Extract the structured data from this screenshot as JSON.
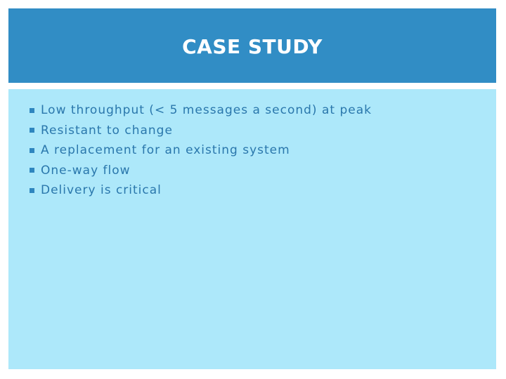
{
  "slide": {
    "title": "CASE STUDY",
    "bullets": [
      {
        "icon": "square-bullet-icon",
        "text": "Low throughput (< 5 messages a second) at peak"
      },
      {
        "icon": "square-bullet-icon",
        "text": "Resistant to change"
      },
      {
        "icon": "square-bullet-icon",
        "text": "A replacement for an existing system"
      },
      {
        "icon": "square-bullet-icon",
        "text": "One-way flow"
      },
      {
        "icon": "square-bullet-icon",
        "text": "Delivery is critical"
      }
    ]
  },
  "colors": {
    "title_bar": "#318dc5",
    "title_text": "#ffffff",
    "content_background": "#ade8fa",
    "bullet_text": "#2a77ac",
    "bullet_marker": "#2f86bf"
  }
}
